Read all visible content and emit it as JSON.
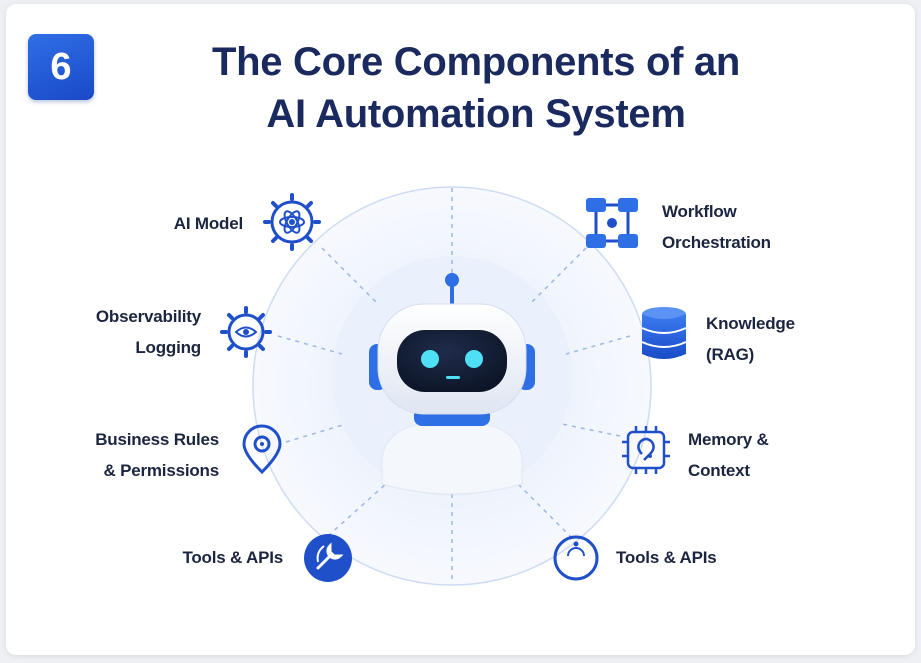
{
  "badge": "6",
  "title": {
    "line1": "The Core Components of an",
    "line2": "AI Automation System"
  },
  "colors": {
    "accent": "#1f4fc9",
    "title": "#1b2a5e",
    "ring": "#c9d9f4",
    "glow": "#e6eefb",
    "robot_eyes": "#4fe0f5"
  },
  "components": [
    {
      "lines": [
        "AI Model"
      ],
      "icon": "atom-gear-icon"
    },
    {
      "lines": [
        "Workflow",
        "Orchestration"
      ],
      "icon": "workflow-icon"
    },
    {
      "lines": [
        "Observability",
        "Logging"
      ],
      "icon": "gear-eye-icon"
    },
    {
      "lines": [
        "Knowledge",
        "(RAG)"
      ],
      "icon": "database-icon"
    },
    {
      "lines": [
        "Business Rules",
        "& Permissions"
      ],
      "icon": "shield-pin-icon"
    },
    {
      "lines": [
        "Memory &",
        "Context"
      ],
      "icon": "memory-chip-icon"
    },
    {
      "lines": [
        "Tools & APIs"
      ],
      "icon": "tools-icon"
    },
    {
      "lines": [
        "Tools & APIs"
      ],
      "icon": "api-icon"
    }
  ],
  "center": {
    "icon": "robot-icon"
  }
}
